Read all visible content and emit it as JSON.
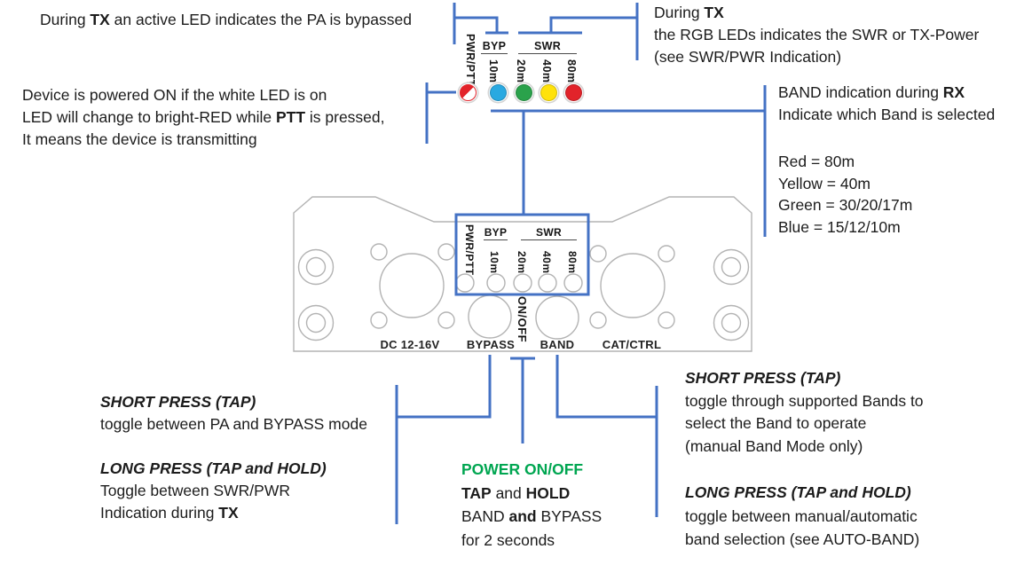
{
  "colors": {
    "connector_blue": "#4472c4",
    "power_green": "#00a651",
    "panel_stroke": "#b3b3b3",
    "led_blue": "#29a9e1",
    "led_green": "#2aa24b",
    "led_yellow": "#ffe20a",
    "led_red": "#e2232a",
    "led_pwr_split": "red/white"
  },
  "led_header": {
    "pwr": "PWR/PTT",
    "byp": "BYP",
    "m10": "10m",
    "swr": "SWR",
    "m20": "20m",
    "m40": "40m",
    "m80": "80m"
  },
  "panel": {
    "dc": "DC 12-16V",
    "bypass": "BYPASS",
    "band": "BAND",
    "cat": "CAT/CTRL",
    "onoff": "ON/OFF"
  },
  "notes": {
    "tx_bypass": {
      "lines": [
        [
          {
            "t": "During "
          },
          {
            "t": "TX",
            "b": true
          },
          {
            "t": " an active LED indicates the PA is bypassed"
          }
        ]
      ]
    },
    "power_led": {
      "lines": [
        [
          {
            "t": "Device is powered ON if the white LED is on"
          }
        ],
        [
          {
            "t": "LED will change to bright-RED while "
          },
          {
            "t": "PTT",
            "b": true
          },
          {
            "t": " is pressed,"
          }
        ],
        [
          {
            "t": "It means the device is transmitting"
          }
        ]
      ]
    },
    "tx_rgb": {
      "lines": [
        [
          {
            "t": "During "
          },
          {
            "t": "TX",
            "b": true
          }
        ],
        [
          {
            "t": "the RGB LEDs indicates the SWR or TX-Power"
          }
        ],
        [
          {
            "t": "(see SWR/PWR Indication)"
          }
        ]
      ]
    },
    "band_rx": {
      "lines": [
        [
          {
            "t": "BAND indication during "
          },
          {
            "t": "RX",
            "b": true
          }
        ],
        [
          {
            "t": "Indicate which Band is selected"
          }
        ]
      ]
    },
    "band_colors": {
      "lines": [
        [
          {
            "t": "Red = 80m"
          }
        ],
        [
          {
            "t": "Yellow = 40m"
          }
        ],
        [
          {
            "t": "Green = 30/20/17m"
          }
        ],
        [
          {
            "t": "Blue = 15/12/10m"
          }
        ]
      ]
    },
    "bypass_short": {
      "lines": [
        [
          {
            "t": "SHORT PRESS (TAP)",
            "b": true,
            "i": true
          }
        ],
        [
          {
            "t": "toggle between PA and BYPASS mode"
          }
        ]
      ]
    },
    "bypass_long": {
      "lines": [
        [
          {
            "t": "LONG PRESS (TAP and HOLD)",
            "b": true,
            "i": true
          }
        ],
        [
          {
            "t": "Toggle between SWR/PWR"
          }
        ],
        [
          {
            "t": "Indication during "
          },
          {
            "t": "TX",
            "b": true
          }
        ]
      ]
    },
    "power_onoff": {
      "lines": [
        [
          {
            "t": "POWER ON/OFF",
            "b": true,
            "c": "#00a651"
          }
        ],
        [
          {
            "t": "TAP",
            "b": true
          },
          {
            "t": " and "
          },
          {
            "t": "HOLD",
            "b": true
          }
        ],
        [
          {
            "t": "BAND "
          },
          {
            "t": "and",
            "b": true
          },
          {
            "t": " BYPASS"
          }
        ],
        [
          {
            "t": "for 2 seconds"
          }
        ]
      ]
    },
    "band_short": {
      "lines": [
        [
          {
            "t": "SHORT PRESS (TAP)",
            "b": true,
            "i": true
          }
        ],
        [
          {
            "t": "toggle through supported Bands to"
          }
        ],
        [
          {
            "t": "select the Band to operate"
          }
        ],
        [
          {
            "t": "(manual Band Mode only)"
          }
        ]
      ]
    },
    "band_long": {
      "lines": [
        [
          {
            "t": "LONG PRESS (TAP and HOLD)",
            "b": true,
            "i": true
          }
        ],
        [
          {
            "t": "toggle between manual/automatic"
          }
        ],
        [
          {
            "t": "band selection (see AUTO-BAND)"
          }
        ]
      ]
    }
  }
}
